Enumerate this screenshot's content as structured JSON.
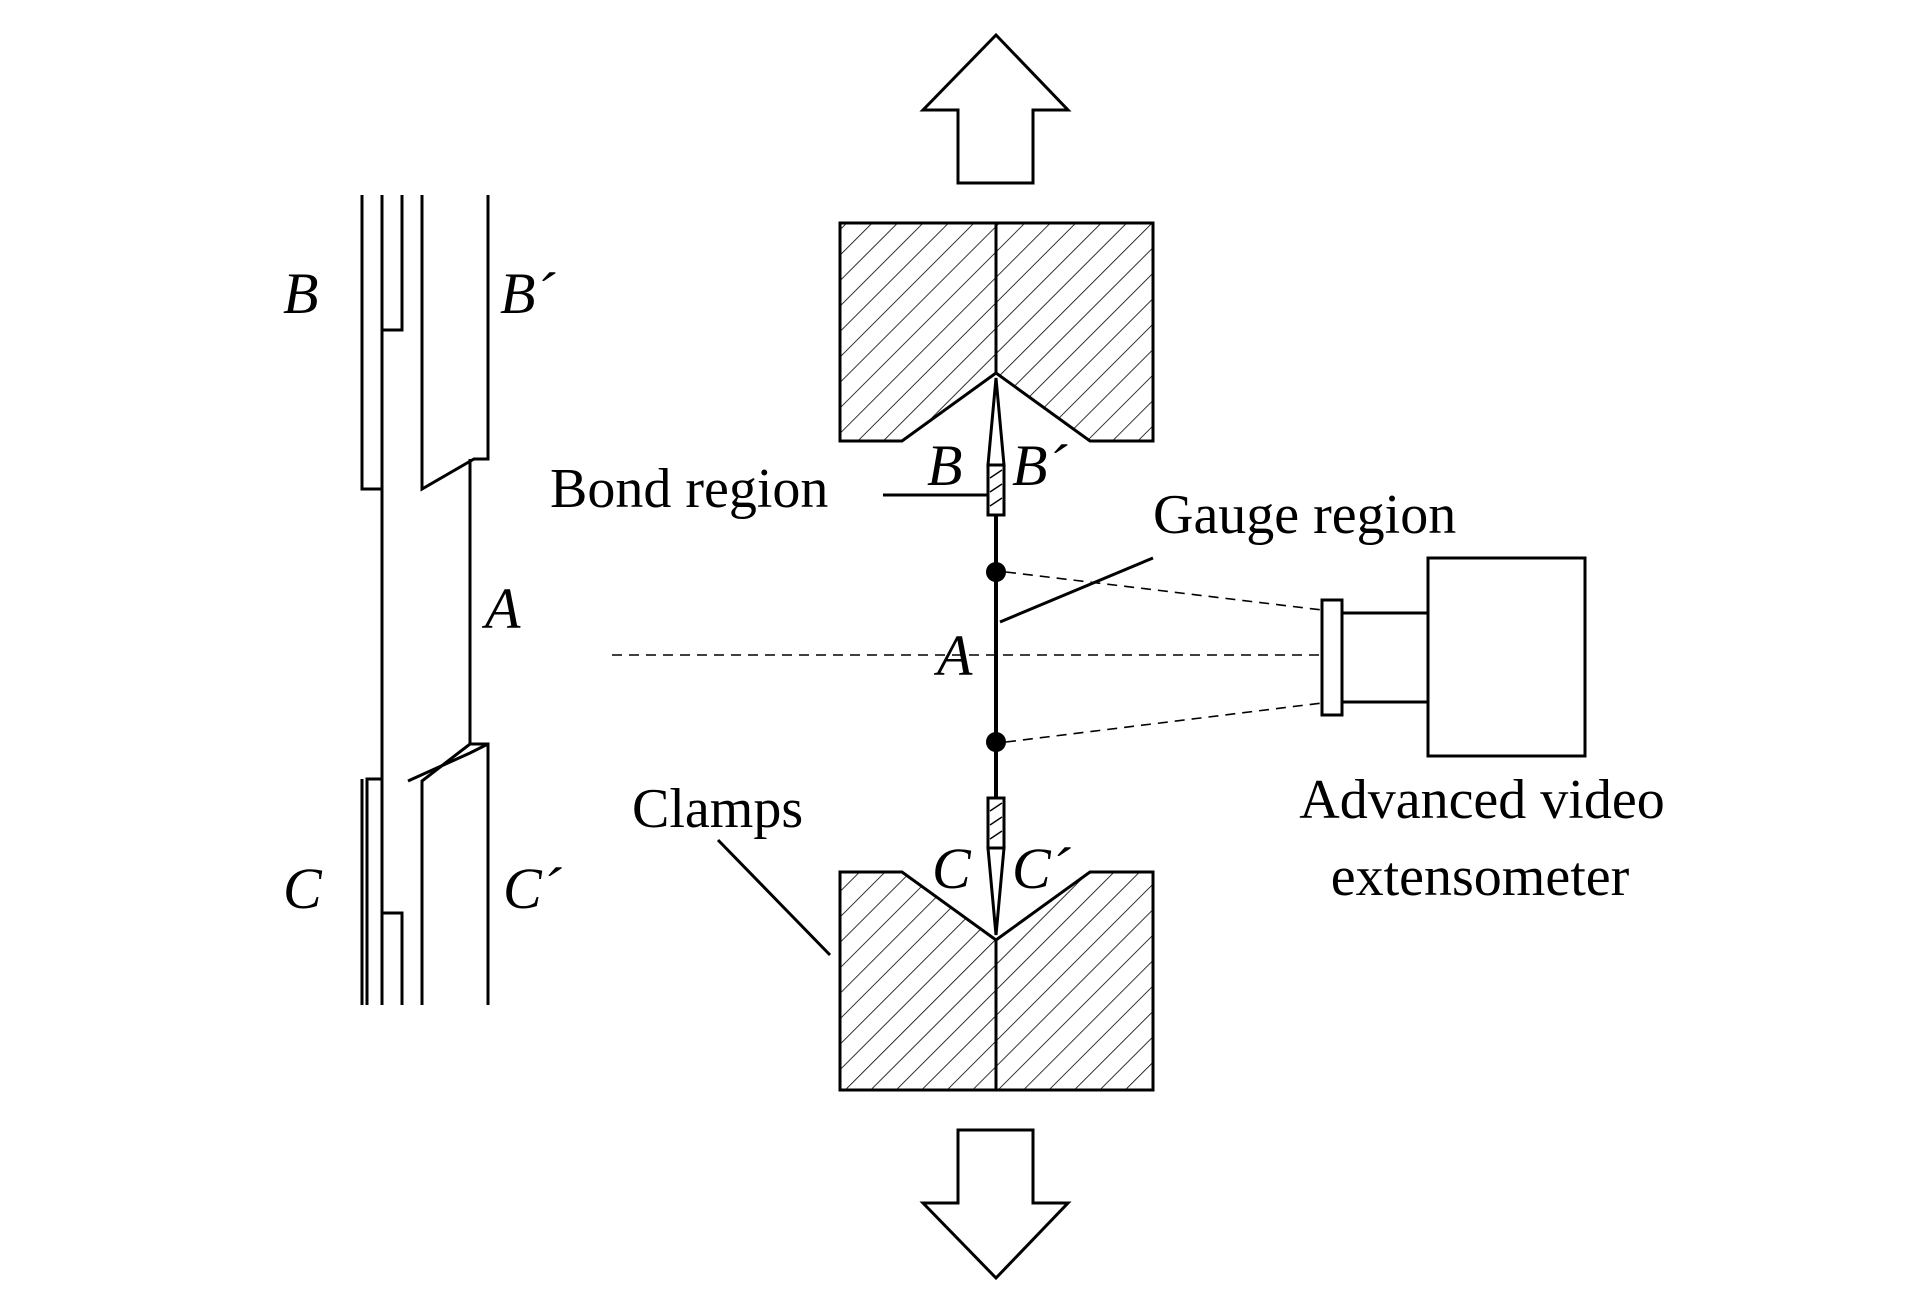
{
  "specimen_labels": {
    "b": "B",
    "b_prime": "B´",
    "a": "A",
    "c": "C",
    "c_prime": "C´"
  },
  "rig_labels": {
    "b": "B",
    "b_prime": "B´",
    "a": "A",
    "c": "C",
    "c_prime": "C´"
  },
  "callouts": {
    "bond_region": "Bond region",
    "gauge_region": "Gauge region",
    "clamps": "Clamps",
    "extensometer_line1": "Advanced video",
    "extensometer_line2": "extensometer"
  },
  "icons": {
    "load_arrow_up": "load-arrow-up-icon",
    "load_arrow_down": "load-arrow-down-icon",
    "camera": "video-extensometer-camera-icon"
  },
  "colors": {
    "stroke": "#000000",
    "background": "#ffffff"
  }
}
